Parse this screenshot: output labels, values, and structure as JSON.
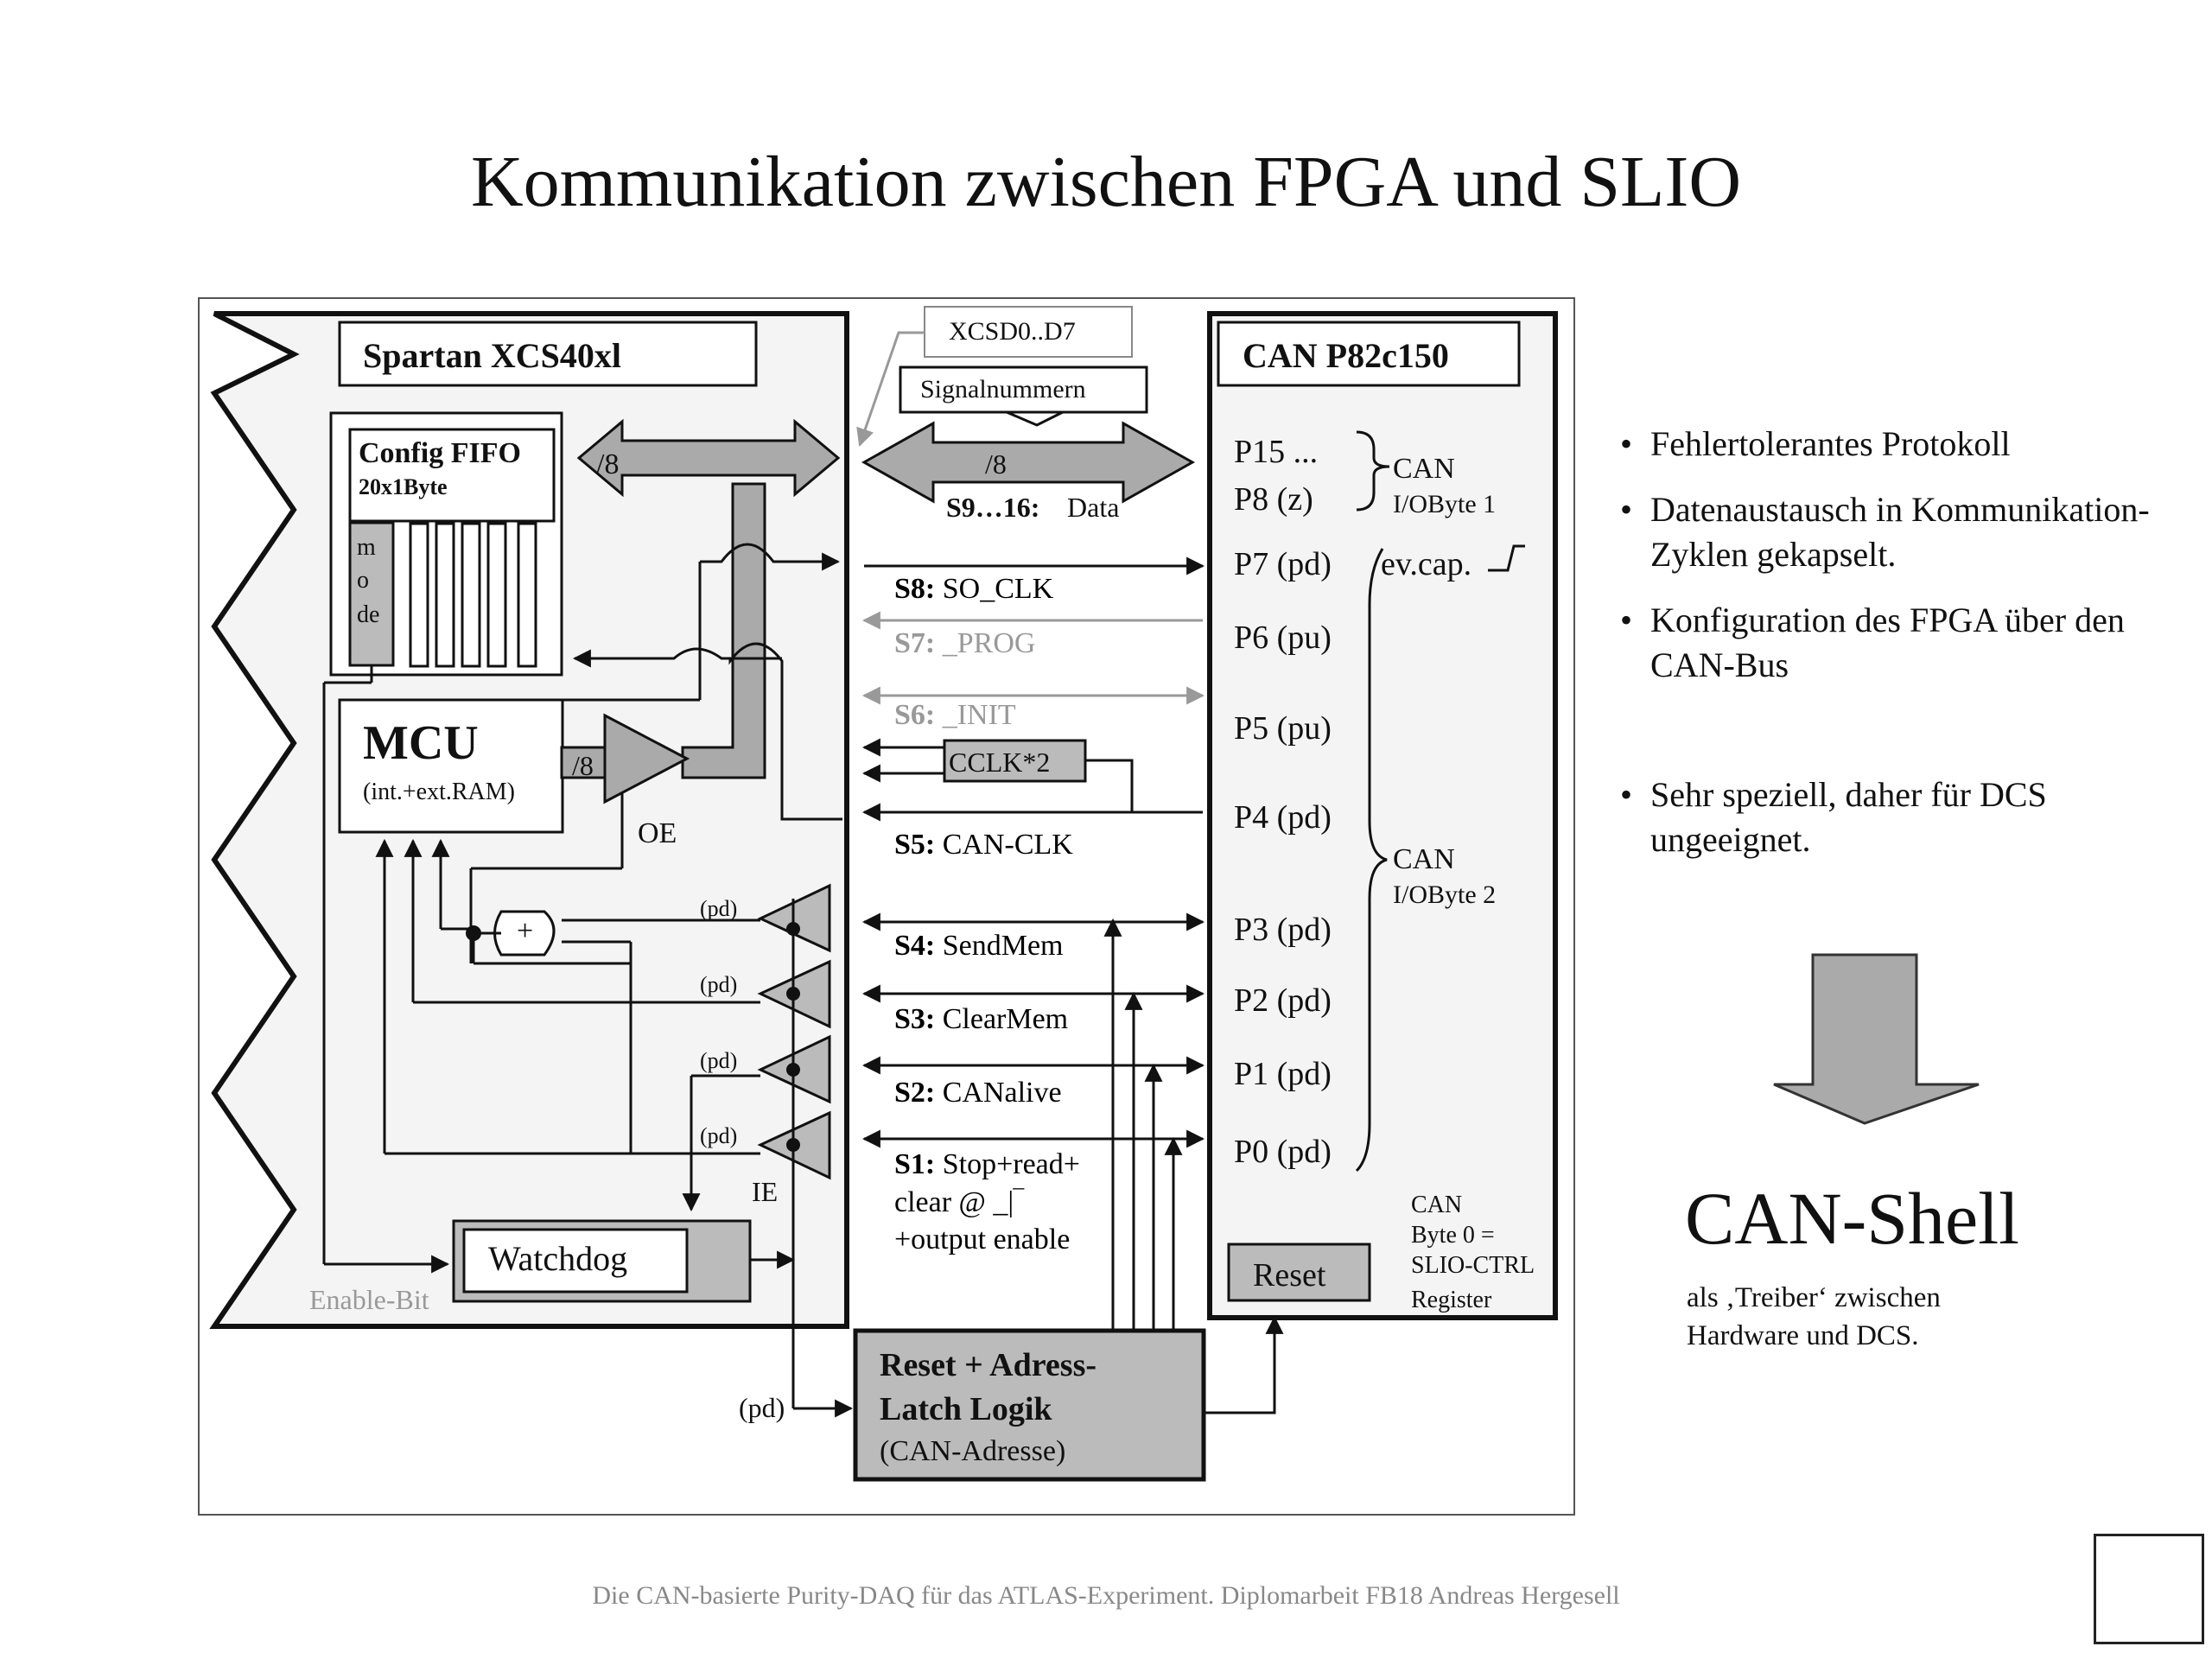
{
  "title": "Kommunikation zwischen FPGA und SLIO",
  "fpga": {
    "title": "Spartan XCS40xl",
    "fifo_title": "Config FIFO",
    "fifo_size": "20x1Byte",
    "mode_letters": [
      "m",
      "o",
      "de"
    ],
    "mcu_title": "MCU",
    "mcu_sub": "(int.+ext.RAM)",
    "width_fifo": "/8",
    "width_mcu": "/8",
    "oe": "OE",
    "plus": "+",
    "pd": "(pd)",
    "ie": "IE",
    "watchdog": "Watchdog",
    "enable_bit": "Enable-Bit"
  },
  "bus": {
    "xcsd": "XCSD0..D7",
    "signalnummern": "Signalnummern",
    "width_bus": "/8",
    "data_num": "S9…16:",
    "data_label": "Data",
    "cclk": "CCLK*2",
    "pd_latch": "(pd)"
  },
  "signals": [
    {
      "num": "S8:",
      "name": "SO_CLK"
    },
    {
      "num": "S7:",
      "name": "_PROG"
    },
    {
      "num": "S6:",
      "name": "_INIT"
    },
    {
      "num": "S5:",
      "name": "CAN-CLK"
    },
    {
      "num": "S4:",
      "name": "SendMem"
    },
    {
      "num": "S3:",
      "name": "ClearMem"
    },
    {
      "num": "S2:",
      "name": "CANalive"
    },
    {
      "num": "S1:",
      "name": "Stop+read+"
    }
  ],
  "s1_extra": [
    "clear @ _|‾",
    "+output enable"
  ],
  "can": {
    "title": "CAN P82c150",
    "pins": [
      "P15 ...",
      "P8 (z)",
      "P7 (pd)",
      "P6 (pu)",
      "P5 (pu)",
      "P4 (pd)",
      "P3 (pd)",
      "P2 (pd)",
      "P1 (pd)",
      "P0 (pd)"
    ],
    "iobyte1": [
      "CAN",
      "I/OByte 1"
    ],
    "evcap": "ev.cap.",
    "iobyte2": [
      "CAN",
      "I/OByte 2"
    ],
    "byte0": [
      "CAN",
      "Byte 0 =",
      "SLIO-CTRL",
      "Register"
    ],
    "reset": "Reset"
  },
  "latch": {
    "line1": "Reset + Adress-",
    "line2": "Latch Logik",
    "line3": "(CAN-Adresse)"
  },
  "bullets": [
    "Fehlertolerantes Protokoll",
    "Datenaustausch in Kommunikation-Zyklen gekapselt.",
    "Konfiguration des FPGA über den CAN-Bus",
    "Sehr speziell, daher für DCS ungeeignet."
  ],
  "shell": {
    "title": "CAN-Shell",
    "subtitle": "als ‚Treiber‘ zwischen Hardware und DCS."
  },
  "footer": "Die CAN-basierte Purity-DAQ für das ATLAS-Experiment. Diplomarbeit FB18 Andreas Hergesell"
}
